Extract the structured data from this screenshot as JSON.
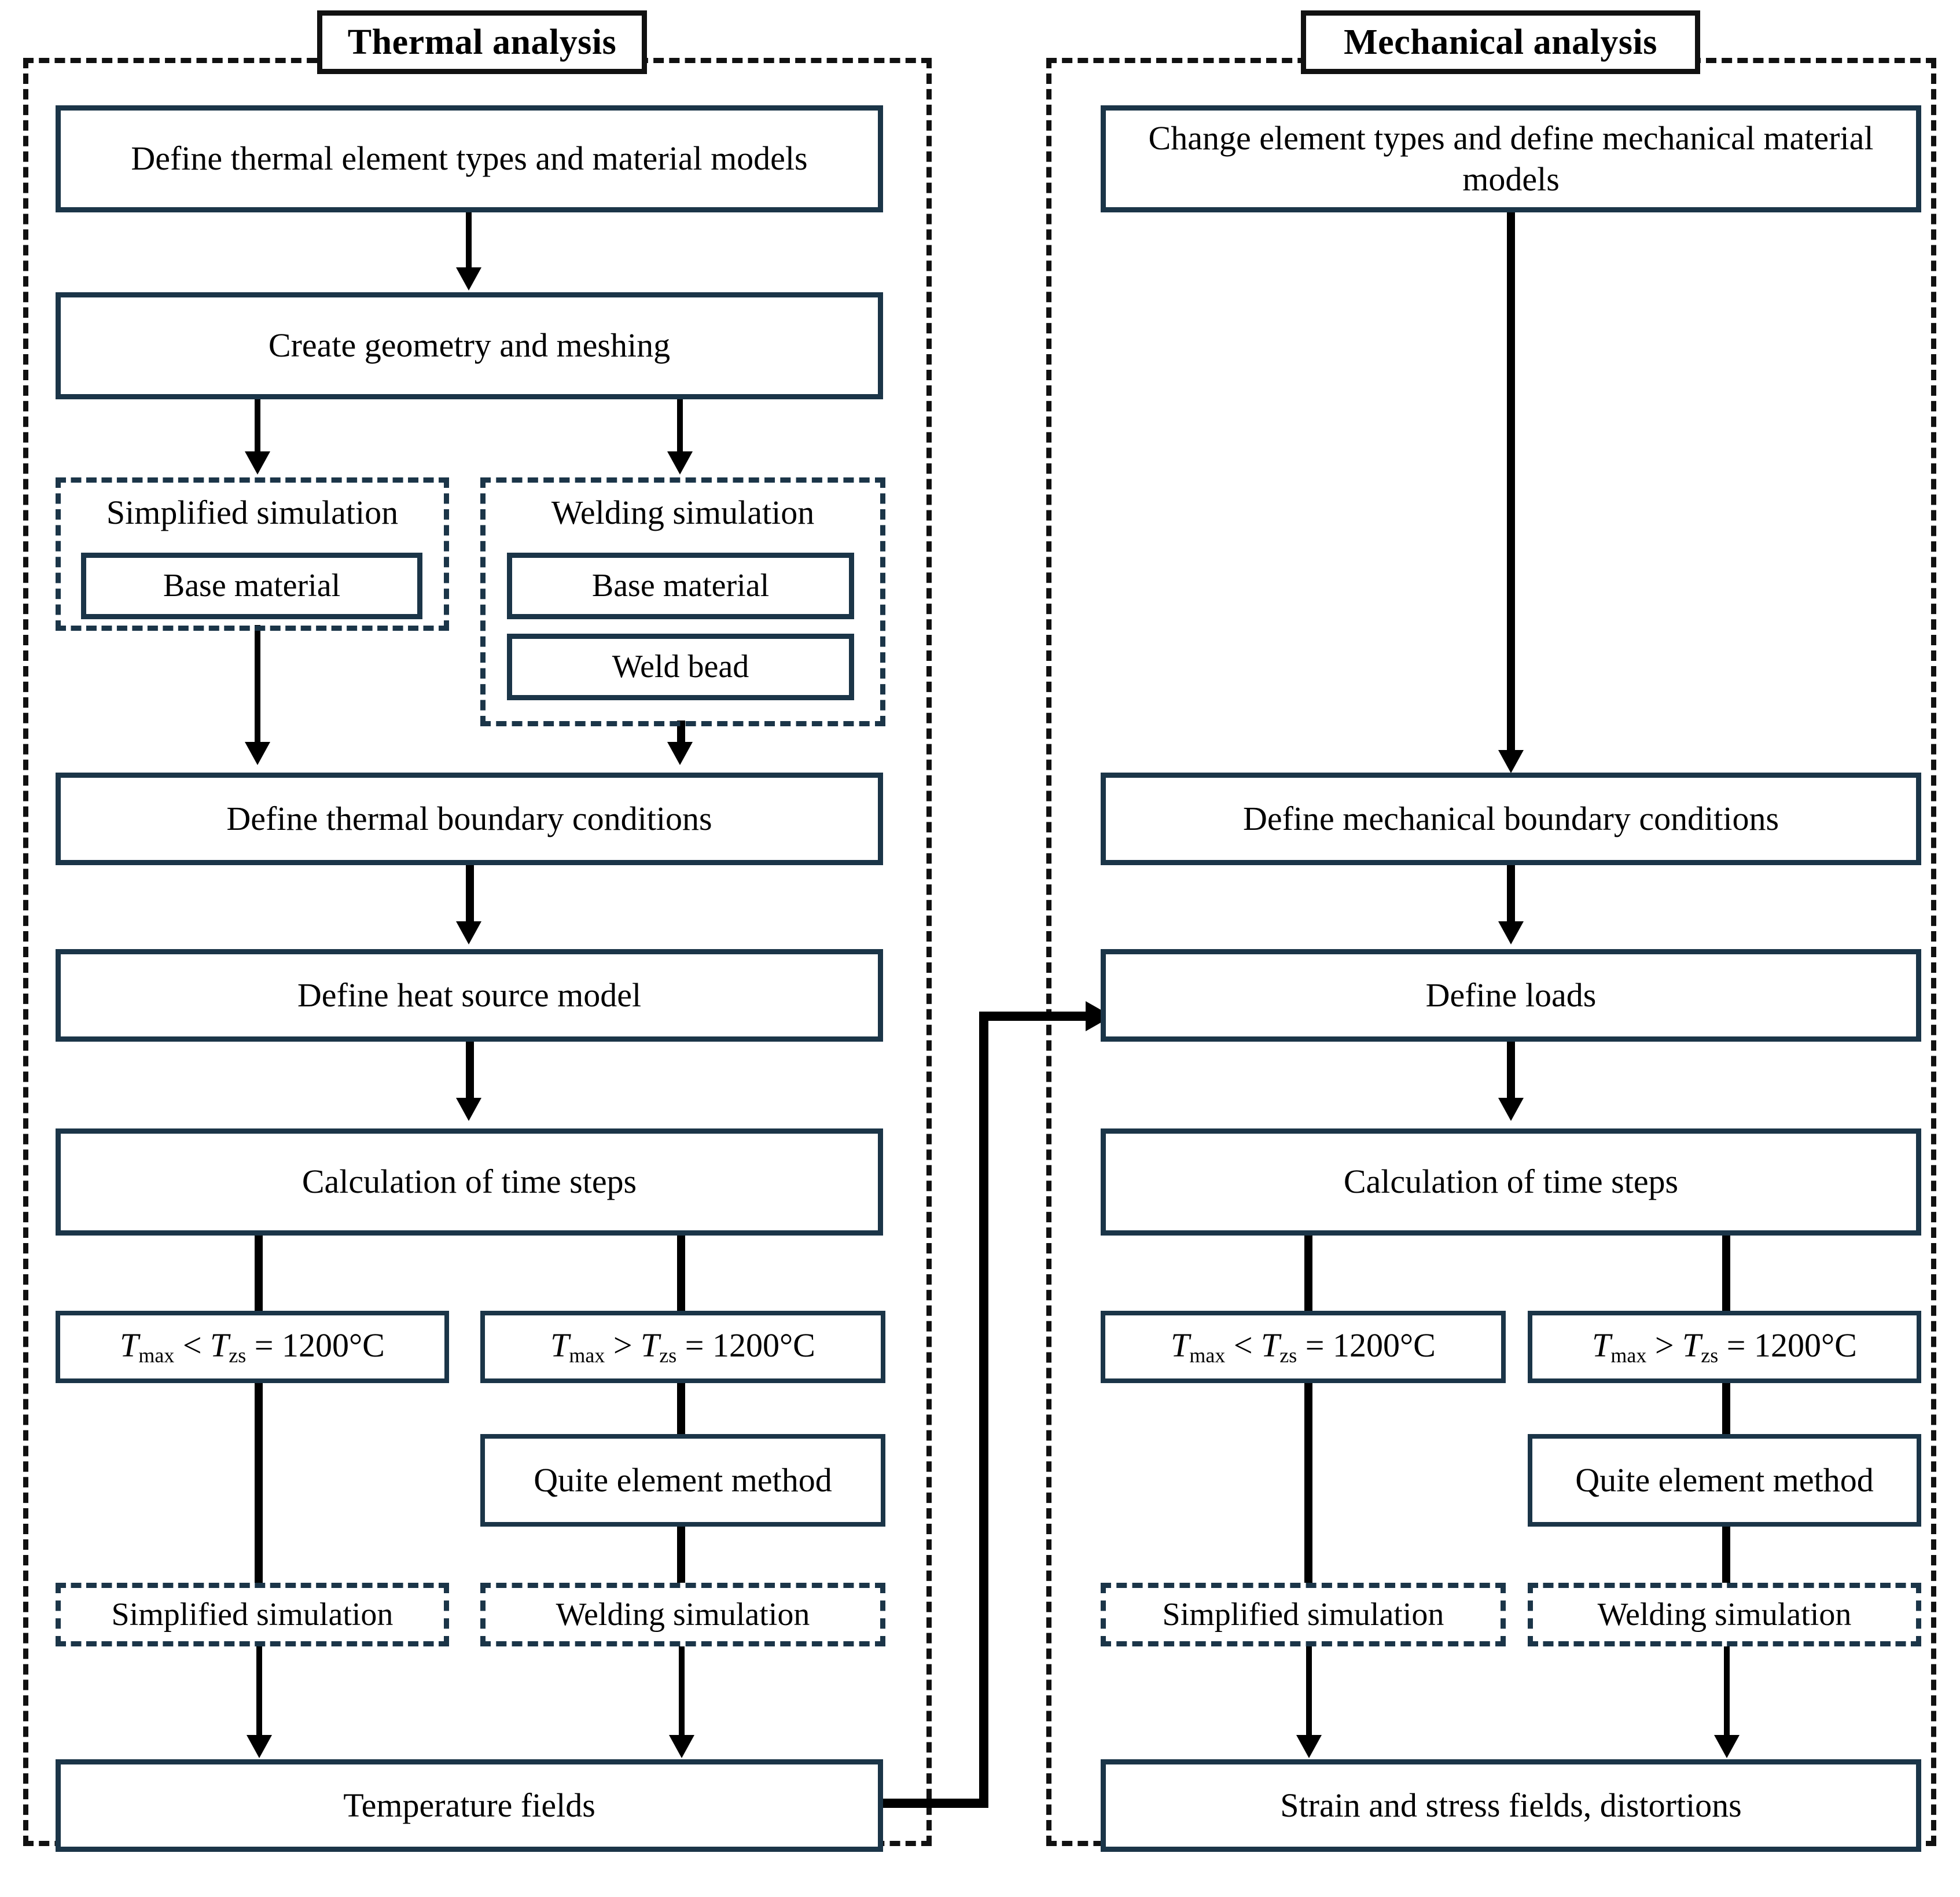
{
  "colors": {
    "box_border": "#1b3548",
    "group_border": "#111111",
    "connector": "#000000",
    "background": "#ffffff"
  },
  "groups": [
    {
      "id": "thermal",
      "title": "Thermal analysis"
    },
    {
      "id": "mechanical",
      "title": "Mechanical analysis"
    }
  ],
  "thermal": {
    "define_elements": "Define thermal element types and material models",
    "create_geometry": "Create geometry and meshing",
    "simplified_group": {
      "label": "Simplified simulation",
      "items": [
        "Base material"
      ]
    },
    "welding_group": {
      "label": "Welding simulation",
      "items": [
        "Base material",
        "Weld bead"
      ]
    },
    "boundary_conditions": "Define thermal boundary conditions",
    "heat_source": "Define heat source model",
    "time_steps": "Calculation of time steps",
    "cond_low": {
      "var": "T",
      "sub1": "max",
      "op": "<",
      "var2": "T",
      "sub2": "zs",
      "value": "= 1200°C"
    },
    "cond_high": {
      "var": "T",
      "sub1": "max",
      "op": ">",
      "var2": "T",
      "sub2": "zs",
      "value": "= 1200°C"
    },
    "quite_element": "Quite element method",
    "simplified_tag": "Simplified simulation",
    "welding_tag": "Welding simulation",
    "result": "Temperature fields"
  },
  "mechanical": {
    "change_elements": "Change element types and define mechanical material models",
    "boundary_conditions": "Define mechanical boundary conditions",
    "define_loads": "Define loads",
    "time_steps": "Calculation of time steps",
    "cond_low": {
      "var": "T",
      "sub1": "max",
      "op": "<",
      "var2": "T",
      "sub2": "zs",
      "value": "= 1200°C"
    },
    "cond_high": {
      "var": "T",
      "sub1": "max",
      "op": ">",
      "var2": "T",
      "sub2": "zs",
      "value": "= 1200°C"
    },
    "quite_element": "Quite element method",
    "simplified_tag": "Simplified simulation",
    "welding_tag": "Welding simulation",
    "result": "Strain and stress fields, distortions"
  }
}
